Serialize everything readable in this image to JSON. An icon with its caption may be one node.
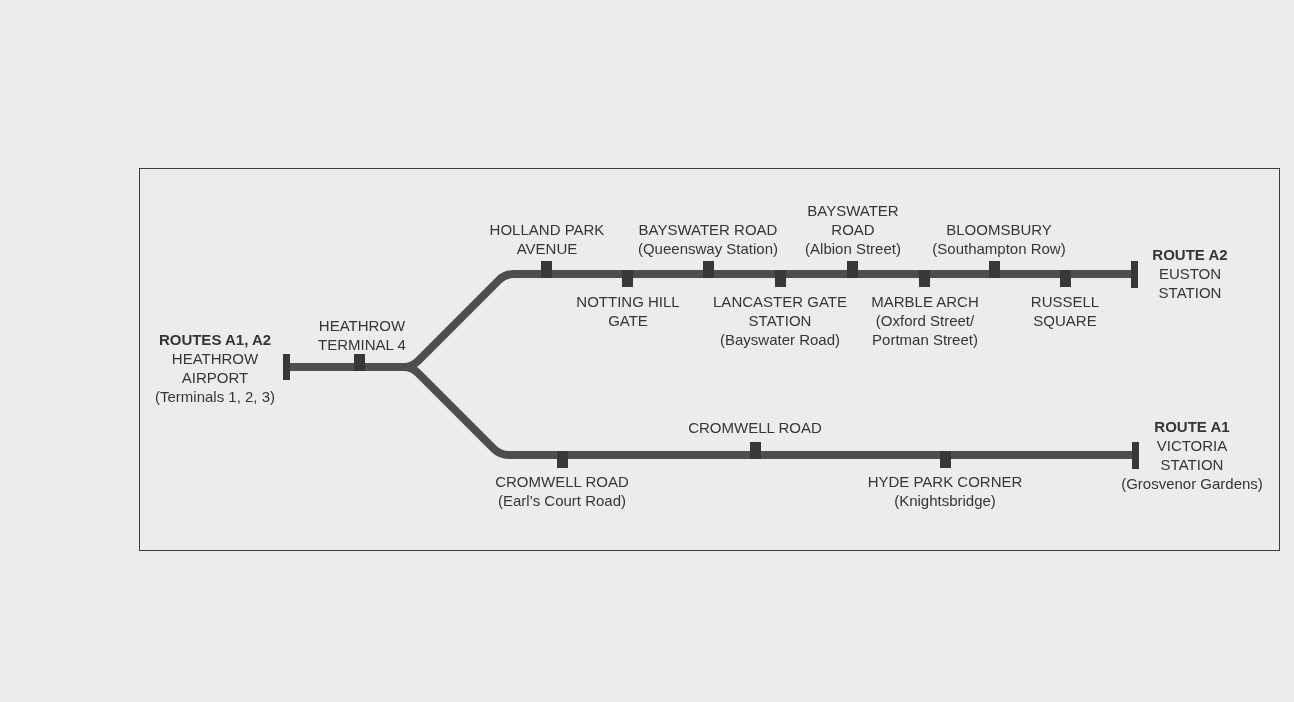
{
  "diagram": {
    "nodes": [
      {
        "text": [],
        "shape": "bar",
        "beside": [
          "ROUTES A1, A2",
          "HEATHROW AIRPORT",
          "(Terminals 1, 2, 3)"
        ]
      },
      {
        "text": [],
        "shape": "box",
        "beside": [
          "HEATHROW TERMINAL 4"
        ]
      },
      {
        "text": [],
        "shape": "box",
        "beside": [
          "HOLLAND PARK AVENUE"
        ]
      },
      {
        "text": [],
        "shape": "box",
        "beside": [
          "NOTTING HILL GATE"
        ]
      },
      {
        "text": [],
        "shape": "box",
        "beside": [
          "BAYSWATER ROAD",
          "(Queensway Station)"
        ]
      },
      {
        "text": [],
        "shape": "box",
        "beside": [
          "LANCASTER GATE STATION",
          "(Bayswater Road)"
        ]
      },
      {
        "text": [],
        "shape": "box",
        "beside": [
          "BAYSWATER ROAD",
          "(Albion Street)"
        ]
      },
      {
        "text": [],
        "shape": "box",
        "beside": [
          "MARBLE ARCH",
          "(Oxford Street/ Portman Street)"
        ]
      },
      {
        "text": [],
        "shape": "box",
        "beside": [
          "BLOOMSBURY",
          "(Southampton Row)"
        ]
      },
      {
        "text": [],
        "shape": "box",
        "beside": [
          "RUSSELL SQUARE"
        ]
      },
      {
        "text": [],
        "shape": "bar",
        "beside": [
          "ROUTE A2",
          "EUSTON STATION"
        ]
      },
      {
        "text": [],
        "shape": "box",
        "beside": [
          "CROMWELL ROAD",
          "(Earl’s Court Road)"
        ]
      },
      {
        "text": [],
        "shape": "box",
        "beside": [
          "CROMWELL ROAD"
        ]
      },
      {
        "text": [],
        "shape": "box",
        "beside": [
          "HYDE PARK CORNER",
          "(Knightsbridge)"
        ]
      },
      {
        "text": [],
        "shape": "bar",
        "beside": [
          "ROUTE A1",
          "VICTORIA STATION",
          "(Grosvenor Gardens)"
        ]
      }
    ],
    "edges": [
      {
        "from": 0,
        "to": 1,
        "arrow": "none"
      },
      {
        "from": 1,
        "to": 2,
        "arrow": "none"
      },
      {
        "from": 2,
        "to": 3,
        "arrow": "none"
      },
      {
        "from": 3,
        "to": 4,
        "arrow": "none"
      },
      {
        "from": 4,
        "to": 5,
        "arrow": "none"
      },
      {
        "from": 5,
        "to": 6,
        "arrow": "none"
      },
      {
        "from": 6,
        "to": 7,
        "arrow": "none"
      },
      {
        "from": 7,
        "to": 8,
        "arrow": "none"
      },
      {
        "from": 8,
        "to": 9,
        "arrow": "none"
      },
      {
        "from": 9,
        "to": 10,
        "arrow": "none"
      },
      {
        "from": 1,
        "to": 11,
        "arrow": "none"
      },
      {
        "from": 11,
        "to": 12,
        "arrow": "none"
      },
      {
        "from": 12,
        "to": 13,
        "arrow": "none"
      },
      {
        "from": 13,
        "to": 14,
        "arrow": "none"
      }
    ]
  }
}
